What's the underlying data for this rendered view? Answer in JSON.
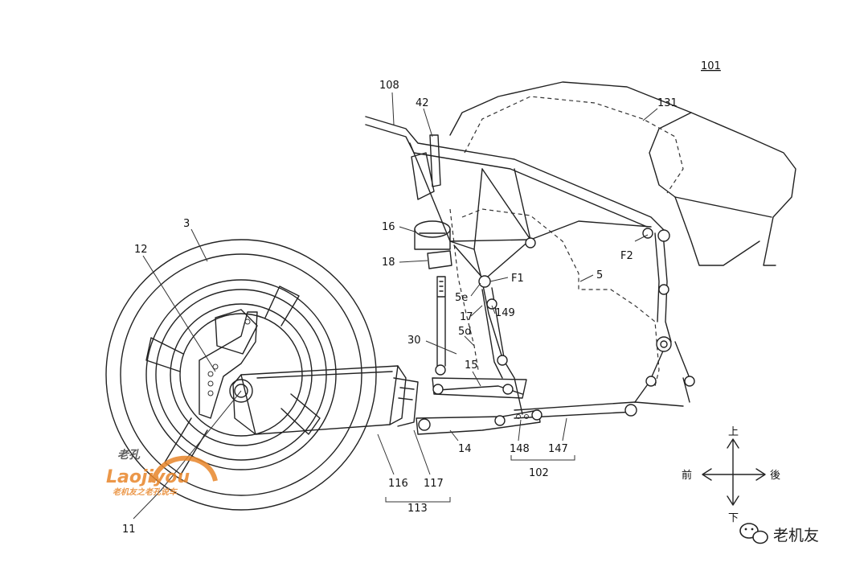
{
  "figure_number": "101",
  "labels": {
    "l108": "108",
    "l42": "42",
    "l131": "131",
    "l3": "3",
    "l12": "12",
    "l16": "16",
    "l18": "18",
    "lF1": "F1",
    "lF2": "F2",
    "l5": "5",
    "l5e": "5e",
    "l17": "17",
    "l149": "149",
    "l30": "30",
    "l5d": "5d",
    "l15": "15",
    "l14": "14",
    "l148": "148",
    "l147": "147",
    "l102": "102",
    "l116": "116",
    "l117": "117",
    "l113": "113",
    "l11": "11"
  },
  "directions": {
    "up": "上",
    "down": "下",
    "front": "前",
    "rear": "後"
  },
  "watermark": {
    "latin": "Laojiyou",
    "cn": "老机友",
    "sub": "老机友之老孔说车",
    "seal": "老孔"
  },
  "brand": {
    "text": "老机友",
    "icon": "wechat-icon"
  },
  "colors": {
    "line": "#222222",
    "watermark": "#e8862a"
  }
}
